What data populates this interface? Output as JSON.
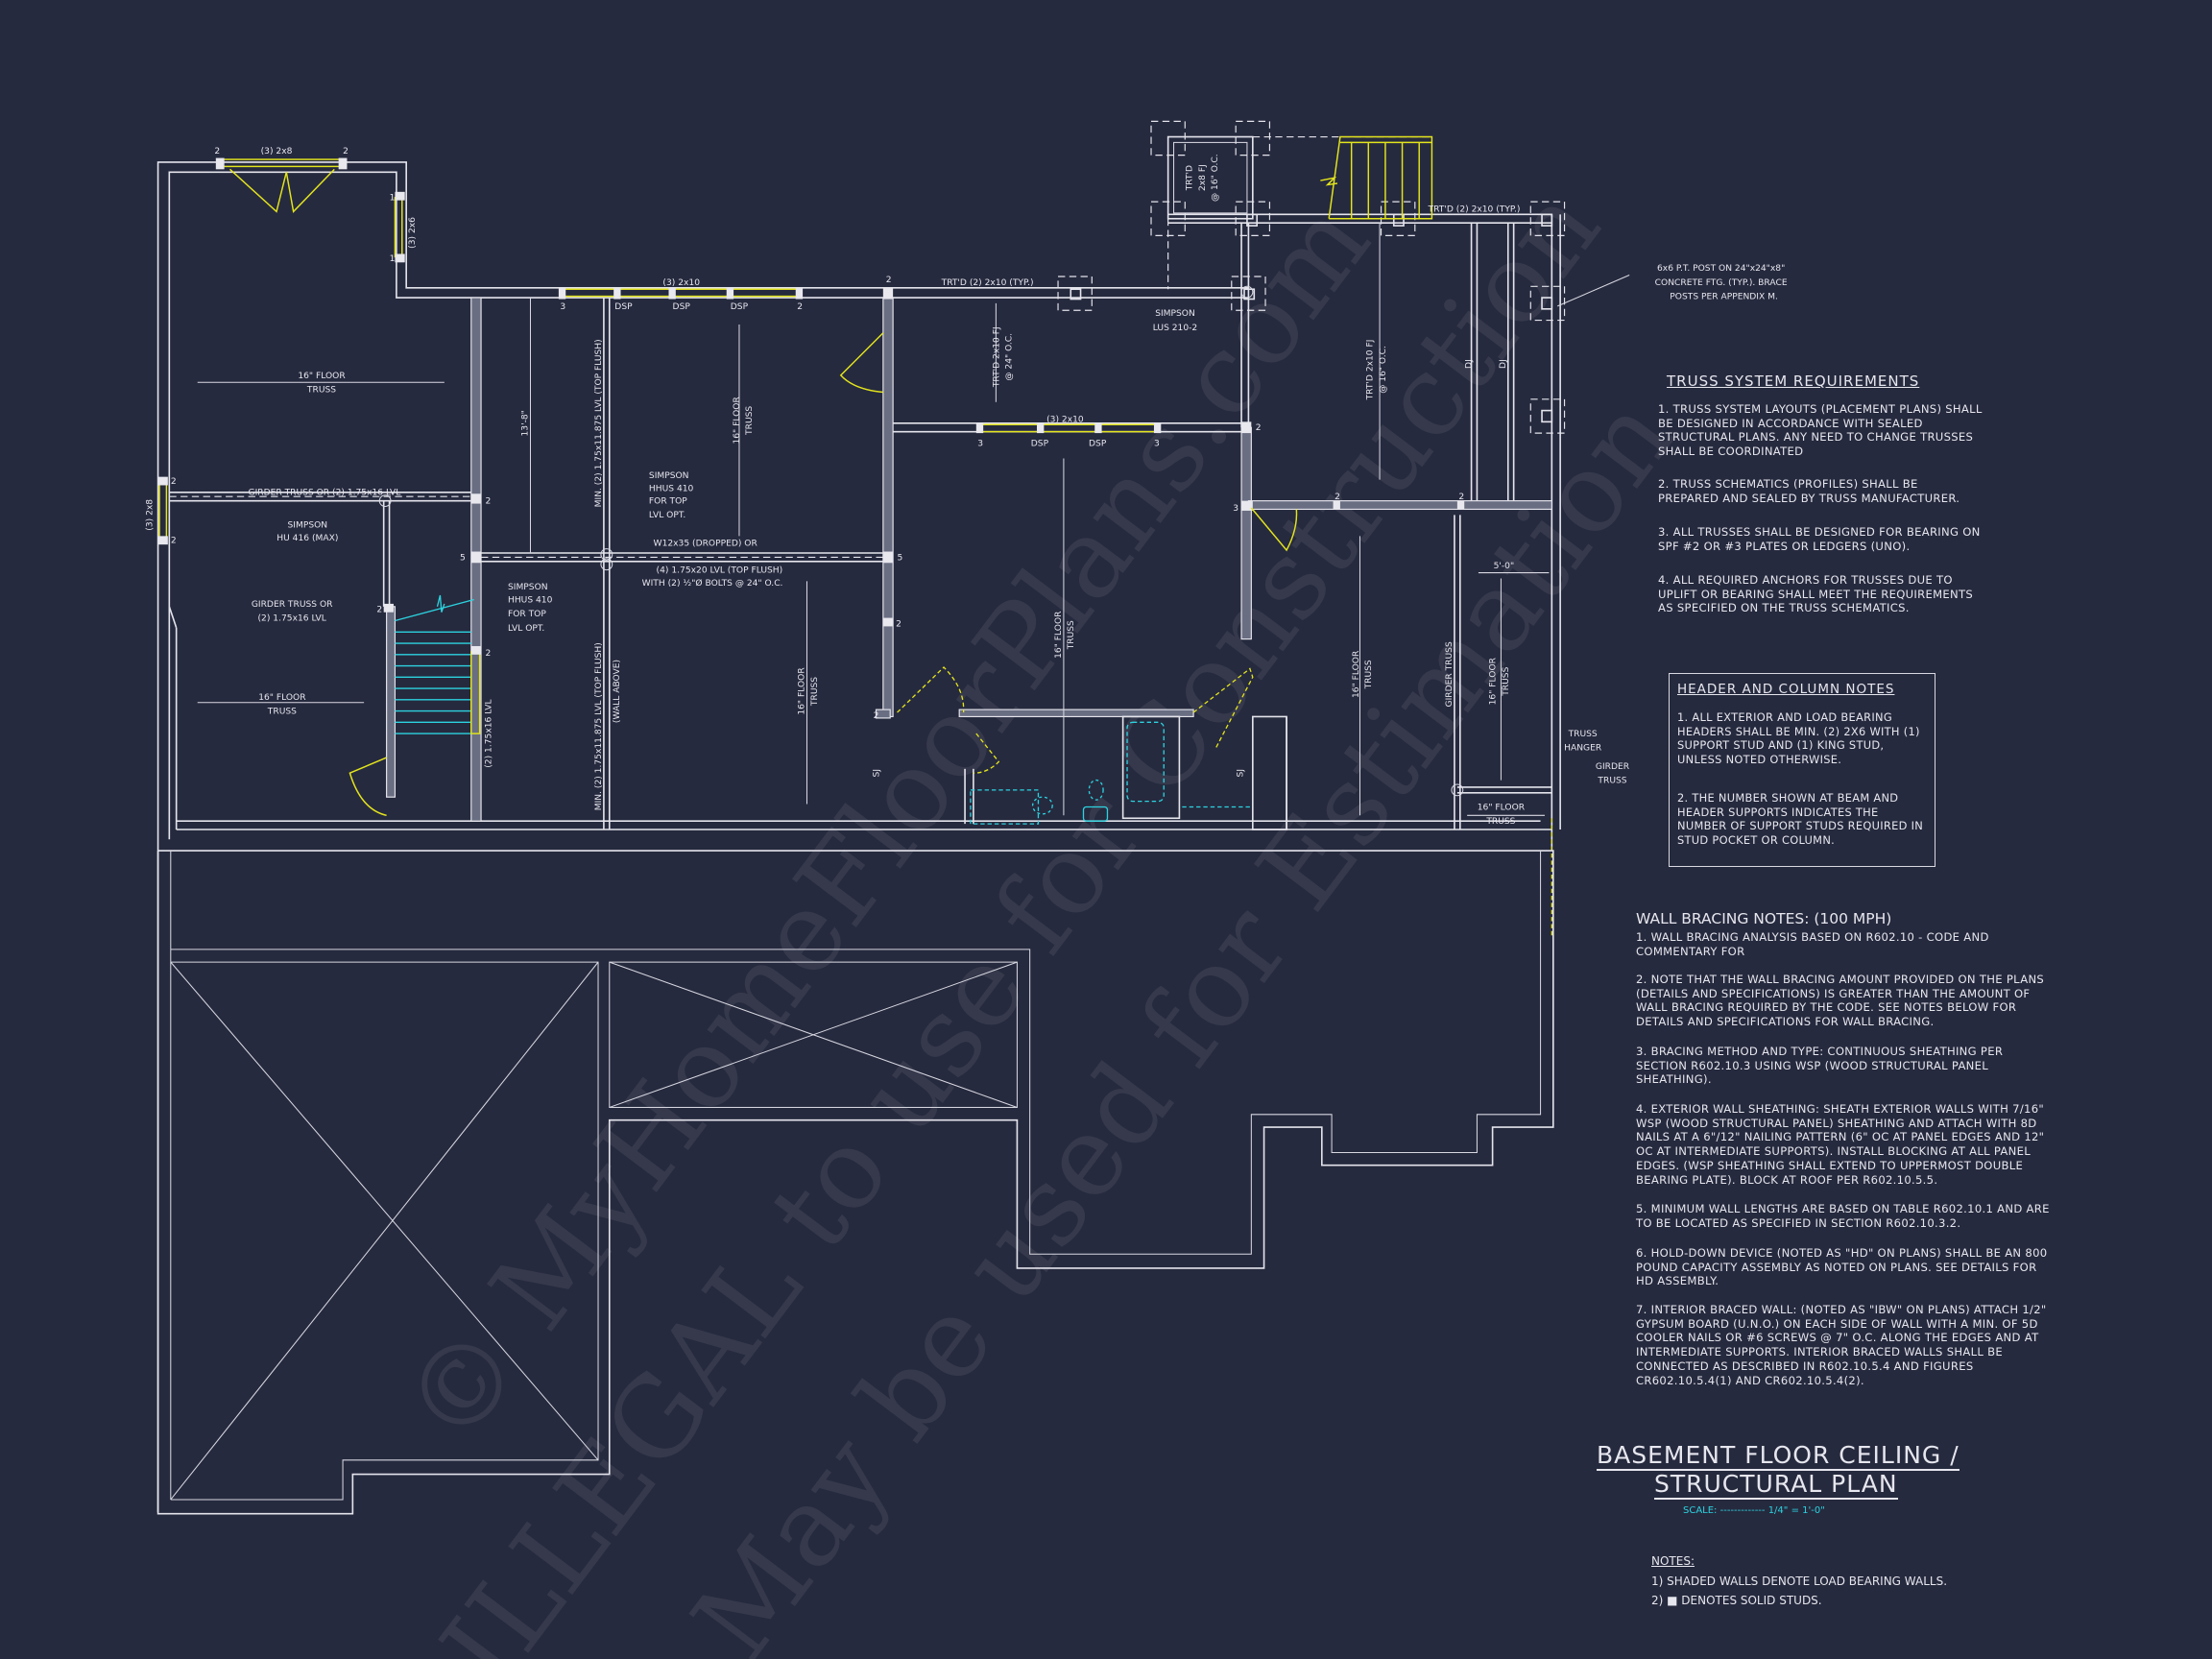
{
  "drawing": {
    "title_line1": "BASEMENT FLOOR CEILING /",
    "title_line2": "STRUCTURAL PLAN",
    "scale": "SCALE: ------------- 1/4\" = 1'-0\""
  },
  "colors": {
    "background": "#262a3e",
    "linework": "#e4e4ec",
    "windows_doors": "#e3e41c",
    "fixtures_stairs": "#2cd3e0",
    "load_bearing_fill": "#6a6e82"
  },
  "watermark": [
    "© MyHomeFloorPlans.com",
    "ILLEGAL to use for Construction",
    "May be used for Estimation"
  ],
  "truss_requirements": {
    "title": "TRUSS SYSTEM REQUIREMENTS",
    "items": [
      "1. TRUSS SYSTEM LAYOUTS (PLACEMENT PLANS) SHALL BE DESIGNED IN ACCORDANCE WITH SEALED STRUCTURAL PLANS. ANY NEED TO CHANGE TRUSSES SHALL BE COORDINATED",
      "2. TRUSS SCHEMATICS (PROFILES) SHALL BE PREPARED AND SEALED BY TRUSS MANUFACTURER.",
      "3. ALL TRUSSES SHALL BE DESIGNED FOR BEARING ON SPF #2 OR #3 PLATES OR LEDGERS (UNO).",
      "4. ALL REQUIRED ANCHORS FOR TRUSSES DUE TO UPLIFT OR BEARING SHALL MEET THE REQUIREMENTS AS SPECIFIED ON THE TRUSS SCHEMATICS."
    ]
  },
  "header_column_notes": {
    "title": "HEADER AND COLUMN NOTES",
    "items": [
      "1. ALL EXTERIOR AND LOAD BEARING HEADERS SHALL BE MIN. (2) 2x6 WITH (1) SUPPORT STUD AND (1) KING STUD, UNLESS NOTED OTHERWISE.",
      "2. THE NUMBER SHOWN AT BEAM AND HEADER SUPPORTS INDICATES THE NUMBER OF SUPPORT STUDS REQUIRED IN STUD POCKET OR COLUMN."
    ]
  },
  "wall_bracing_notes": {
    "title": "WALL BRACING NOTES: (100 MPH)",
    "items": [
      "1. WALL BRACING ANALYSIS BASED ON R602.10 - CODE AND COMMENTARY FOR",
      "2. NOTE THAT THE WALL BRACING AMOUNT PROVIDED ON THE PLANS (DETAILS AND SPECIFICATIONS) IS GREATER THAN THE AMOUNT OF WALL BRACING REQUIRED BY THE CODE. SEE NOTES BELOW FOR DETAILS AND SPECIFICATIONS FOR WALL BRACING.",
      "3. BRACING METHOD AND TYPE: CONTINUOUS SHEATHING PER SECTION R602.10.3 USING WSP (WOOD STRUCTURAL PANEL SHEATHING).",
      "4. EXTERIOR WALL SHEATHING: SHEATH EXTERIOR WALLS WITH 7/16\" WSP (WOOD STRUCTURAL PANEL) SHEATHING AND ATTACH WITH 8d NAILS AT A 6\"/12\" NAILING PATTERN (6\" OC AT PANEL EDGES AND 12\" OC AT INTERMEDIATE SUPPORTS). INSTALL BLOCKING AT ALL PANEL EDGES. (WSP SHEATHING SHALL EXTEND TO UPPERMOST DOUBLE BEARING PLATE). BLOCK AT ROOF PER R602.10.5.5.",
      "5. MINIMUM WALL LENGTHS ARE BASED ON TABLE R602.10.1 AND ARE TO BE LOCATED AS SPECIFIED IN SECTION R602.10.3.2.",
      "6. HOLD-DOWN DEVICE (NOTED AS \"HD\" ON PLANS) SHALL BE AN 800 POUND CAPACITY ASSEMBLY AS NOTED ON PLANS. SEE DETAILS FOR HD ASSEMBLY.",
      "7. INTERIOR BRACED WALL: (NOTED AS \"IBW\" ON PLANS) ATTACH 1/2\" GYPSUM BOARD (U.N.O.) ON EACH SIDE OF WALL WITH A MIN. OF 5d COOLER NAILS OR #6 SCREWS @ 7\" O.C. ALONG THE EDGES AND AT INTERMEDIATE SUPPORTS. INTERIOR BRACED WALLS SHALL BE CONNECTED AS DESCRIBED IN R602.10.5.4 AND FIGURES CR602.10.5.4(1) AND CR602.10.5.4(2)."
    ]
  },
  "general_notes": {
    "title": "NOTES:",
    "items": [
      "1) SHADED WALLS DENOTE LOAD BEARING WALLS.",
      "2) ■ DENOTES SOLID STUDS."
    ]
  },
  "plan_labels": [
    "(3) 2x8",
    "2",
    "2",
    "(3) 2x6",
    "1",
    "1",
    "16\" FLOOR",
    "TRUSS",
    "(3) 2x10",
    "3",
    "DSP",
    "DSP",
    "DSP",
    "2",
    "2",
    "TRT'D (2) 2x10 (TYP.)",
    "13'-8\"",
    "MIN. (2) 1.75x11.875 LVL (TOP FLUSH)",
    "16\" FLOOR",
    "TRUSS",
    "SIMPSON",
    "HHUS 410",
    "FOR TOP",
    "LVL OPT.",
    "GIRDER TRUSS OR (2) 1.75x16 LVL",
    "2",
    "2",
    "2",
    "(3) 2x8",
    "SIMPSON",
    "HU 416 (MAX)",
    "W12x35 (DROPPED) OR",
    "(4) 1.75x20 LVL (TOP FLUSH)",
    "WITH (2) ½\"Ø BOLTS @ 24\" O.C.",
    "5",
    "5",
    "SIMPSON",
    "HHUS 410",
    "FOR TOP",
    "LVL OPT.",
    "GIRDER TRUSS OR",
    "(2) 1.75x16 LVL",
    "2",
    "2",
    "2",
    "16\" FLOOR",
    "TRUSS",
    "(2) 1.75x16 LVL",
    "MIN. (2) 1.75x11.875 LVL (TOP FLUSH)",
    "(WALL ABOVE)",
    "16\" FLOOR",
    "TRUSS",
    "SJ",
    "SJ",
    "2",
    "TRT'D 2x10 FJ",
    "@ 24\" O.C.",
    "(3) 2x10",
    "3",
    "DSP",
    "DSP",
    "3",
    "2",
    "SIMPSON",
    "LUS 210-2",
    "TRT'D 2x10 FJ",
    "@ 16\" O.C.",
    "TRT'D",
    "2x8 FJ",
    "@ 16\" O.C.",
    "TRT'D (2) 2x10 (TYP.)",
    "DJ",
    "DJ",
    "6x6 P.T. POST ON 24\"x24\"x8\"",
    "CONCRETE FTG. (TYP.). BRACE",
    "POSTS PER APPENDIX M.",
    "3",
    "2",
    "2",
    "16\" FLOOR",
    "TRUSS",
    "16\" FLOOR",
    "TRUSS",
    "5'-0\"",
    "GIRDER TRUSS",
    "16\" FLOOR",
    "TRUSS",
    "TRUSS",
    "HANGER",
    "GIRDER",
    "TRUSS",
    "16\" FLOOR",
    "TRUSS"
  ]
}
